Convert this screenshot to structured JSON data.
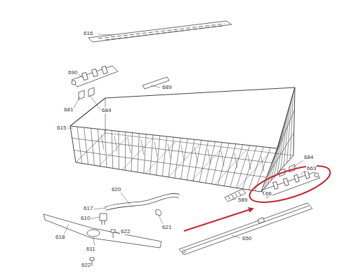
{
  "diagram": {
    "labels": [
      "616",
      "690",
      "689",
      "681",
      "684",
      "615",
      "684",
      "663",
      "620",
      "589",
      "66",
      "617",
      "610",
      "621",
      "618",
      "622",
      "611",
      "622",
      "650"
    ]
  }
}
